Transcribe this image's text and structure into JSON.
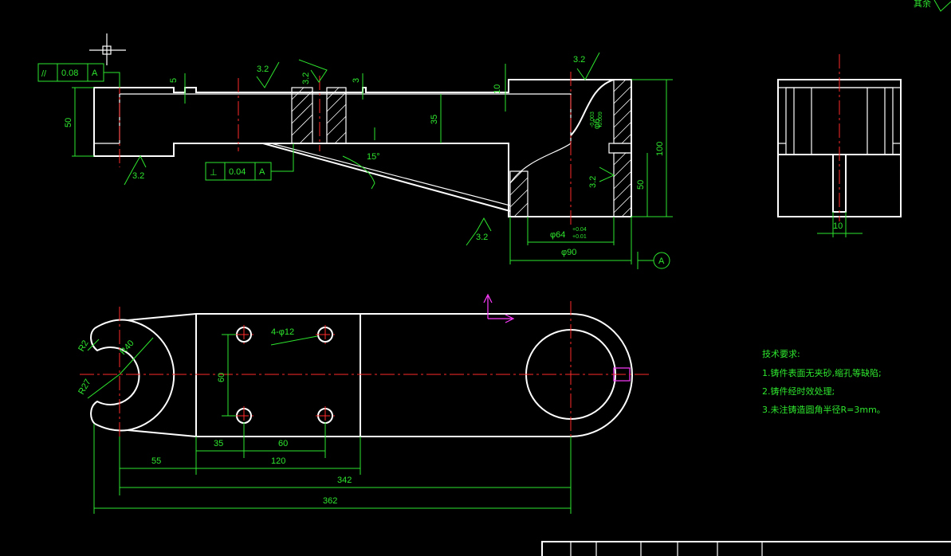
{
  "front_view": {
    "dims": {
      "d5": "5",
      "d3": "3",
      "d10": "10",
      "d35": "35",
      "d50": "50",
      "d100": "100",
      "d50b": "50",
      "angle": "15°",
      "phi6": "φ6",
      "tol_phi6_upper": "-0.003",
      "tol_phi6_lower": "-0.009",
      "phi64": "φ64",
      "tol_phi64_upper": "+0.04",
      "tol_phi64_lower": "+0.01",
      "phi90": "φ90"
    },
    "roughness": [
      "3.2",
      "3.2",
      "3.2",
      "3.2",
      "3.2",
      "3.2"
    ],
    "gdt_parallel": {
      "symbol": "//",
      "value": "0.08",
      "datum": "A"
    },
    "gdt_perpendicular": {
      "symbol": "⊥",
      "value": "0.04",
      "datum": "A"
    },
    "datum_label": "A"
  },
  "side_view": {
    "dims": {
      "d10": "10"
    }
  },
  "top_view": {
    "dims": {
      "r2": "R2",
      "r40": "R40",
      "r27": "R27",
      "holes": "4-φ12",
      "d60v": "60",
      "d35": "35",
      "d60": "60",
      "d55": "55",
      "d120": "120",
      "d342": "342",
      "d362": "362"
    }
  },
  "tech_notes": {
    "title": "技术要求:",
    "items": [
      "1.铸件表面无夹砂,缩孔等缺陷;",
      "2.铸件经时效处理;",
      "3.未注铸造圆角半径R=3mm。"
    ]
  },
  "corner_fragment": "其余"
}
